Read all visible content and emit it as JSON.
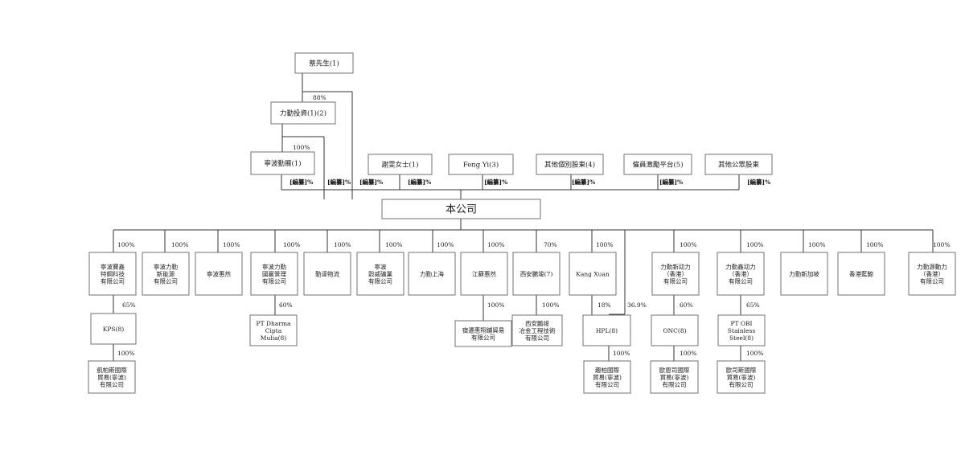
{
  "nodes": {
    "cai": "蔡先生(1)",
    "lixun_invest": "力勤投資(1)(2)",
    "ningbo_qinzhan": "寧波勤展(1)",
    "xie": "謝雯女士(1)",
    "fengyi": "Feng Yi(3)",
    "other_indiv": "其他個別股東(4)",
    "employee": "僱員激勵平台(5)",
    "other_public": "其他公眾股東",
    "company": "本公司",
    "s1": "寧波寶鑫\n特鋼科技\n有限公司",
    "s2": "寧波力勤\n新能源\n有限公司",
    "s3": "寧波惠然",
    "s4": "寧波力勤\n國贏管理\n有限公司",
    "s5": "勤達物流",
    "s6": "寧波\n穀威礦業\n有限公司",
    "s7": "力勤上海",
    "s8": "江蘇惠然",
    "s9": "西安鵬竣(7)",
    "s10": "Kang Xuan",
    "s11": "力勤新动力\n（香港）\n有限公司",
    "s12": "力勤鑫动力\n（香港）\n有限公司",
    "s13": "力勤新加坡",
    "s14": "香港藍鯨",
    "s15": "力勤源動力\n（香港）\n有限公司",
    "kps": "KPS(8)",
    "kaipas": "凱帕斯國際\n貿易(寧波)\n有限公司",
    "ptdharma": "PT Dharma\nCipta\nMulia(8)",
    "suqian": "宿遷惠翔鋪貿易\n有限公司",
    "xian_eng": "西安鵬竣\n冶金工程技術\n有限公司",
    "hpl": "HPL(8)",
    "qubai": "趣柏國際\n貿易(寧波)\n有限公司",
    "onc": "ONC(8)",
    "ouen": "歐恩司國際\n貿易(寧波)\n有限公司",
    "ptobi": "PT OBI\nStainless\nSteel(8)",
    "ousi": "歐司斯國際\n貿易(寧波)\n有限公司"
  },
  "labels": {
    "p88": "88%",
    "p100": "100%",
    "p70": "70%",
    "p65": "65%",
    "p60": "60%",
    "p18": "18%",
    "p369": "36.9%",
    "redacted": "[編纂]%"
  }
}
